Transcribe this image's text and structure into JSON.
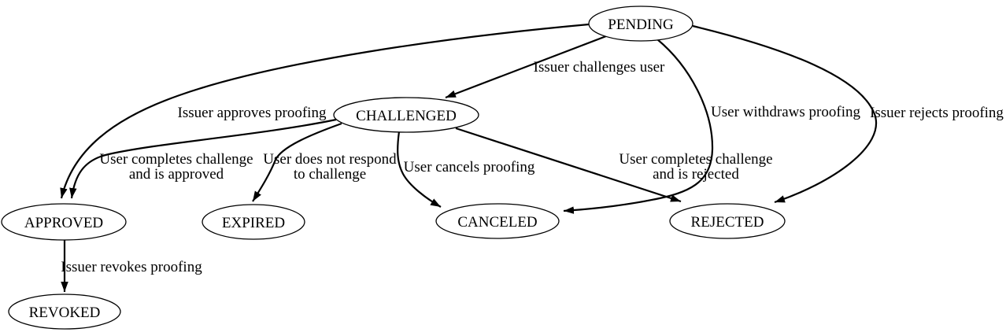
{
  "diagram": {
    "type": "state-machine",
    "background_color": "#ffffff",
    "stroke_color": "#000000",
    "text_color": "#000000",
    "node_shape": "ellipse",
    "nodes": {
      "pending": {
        "label": "PENDING"
      },
      "challenged": {
        "label": "CHALLENGED"
      },
      "approved": {
        "label": "APPROVED"
      },
      "expired": {
        "label": "EXPIRED"
      },
      "canceled": {
        "label": "CANCELED"
      },
      "rejected": {
        "label": "REJECTED"
      },
      "revoked": {
        "label": "REVOKED"
      }
    },
    "edges": {
      "pending_challenged": {
        "from": "PENDING",
        "to": "CHALLENGED",
        "label": "Issuer challenges user",
        "lines": [
          "Issuer challenges user"
        ]
      },
      "pending_approved": {
        "from": "PENDING",
        "to": "APPROVED",
        "label": "Issuer approves proofing",
        "lines": [
          "Issuer approves proofing"
        ]
      },
      "pending_canceled": {
        "from": "PENDING",
        "to": "CANCELED",
        "label": "User withdraws proofing",
        "lines": [
          "User withdraws proofing"
        ]
      },
      "pending_rejected": {
        "from": "PENDING",
        "to": "REJECTED",
        "label": "Issuer rejects proofing",
        "lines": [
          "Issuer rejects proofing"
        ]
      },
      "challenged_approved": {
        "from": "CHALLENGED",
        "to": "APPROVED",
        "label": "User completes challenge and is approved",
        "lines": [
          "User completes challenge",
          "and is approved"
        ]
      },
      "challenged_expired": {
        "from": "CHALLENGED",
        "to": "EXPIRED",
        "label": "User does not respond to challenge",
        "lines": [
          "User does not respond",
          "to challenge"
        ]
      },
      "challenged_canceled": {
        "from": "CHALLENGED",
        "to": "CANCELED",
        "label": "User cancels proofing",
        "lines": [
          "User cancels proofing"
        ]
      },
      "challenged_rejected": {
        "from": "CHALLENGED",
        "to": "REJECTED",
        "label": "User completes challenge and is rejected",
        "lines": [
          "User completes challenge",
          "and is rejected"
        ]
      },
      "approved_revoked": {
        "from": "APPROVED",
        "to": "REVOKED",
        "label": "Issuer revokes proofing",
        "lines": [
          "Issuer revokes proofing"
        ]
      }
    }
  }
}
